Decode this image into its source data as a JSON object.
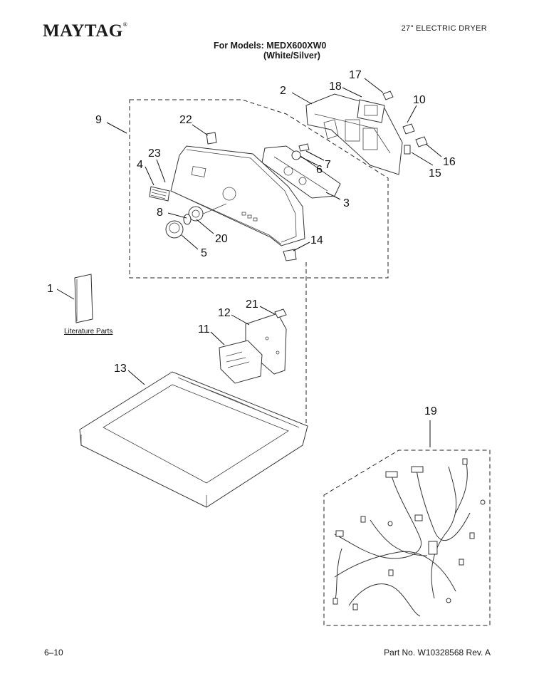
{
  "header": {
    "brand": "MAYTAG",
    "brand_mark": "®",
    "doc_type": "27\" ELECTRIC DRYER",
    "models_line": "For Models: MEDX600XW0",
    "models_sub": "(White/Silver)"
  },
  "callouts": {
    "c1": "1",
    "c2": "2",
    "c3": "3",
    "c4": "4",
    "c5": "5",
    "c6": "6",
    "c7": "7",
    "c8": "8",
    "c9": "9",
    "c10": "10",
    "c11": "11",
    "c12": "12",
    "c13": "13",
    "c14": "14",
    "c15": "15",
    "c16": "16",
    "c17": "17",
    "c18": "18",
    "c19": "19",
    "c20": "20",
    "c21": "21",
    "c22": "22",
    "c23": "23"
  },
  "literature_label": "Literature Parts",
  "footer": {
    "page": "6–10",
    "part_no": "Part No. W10328568 Rev. A"
  }
}
